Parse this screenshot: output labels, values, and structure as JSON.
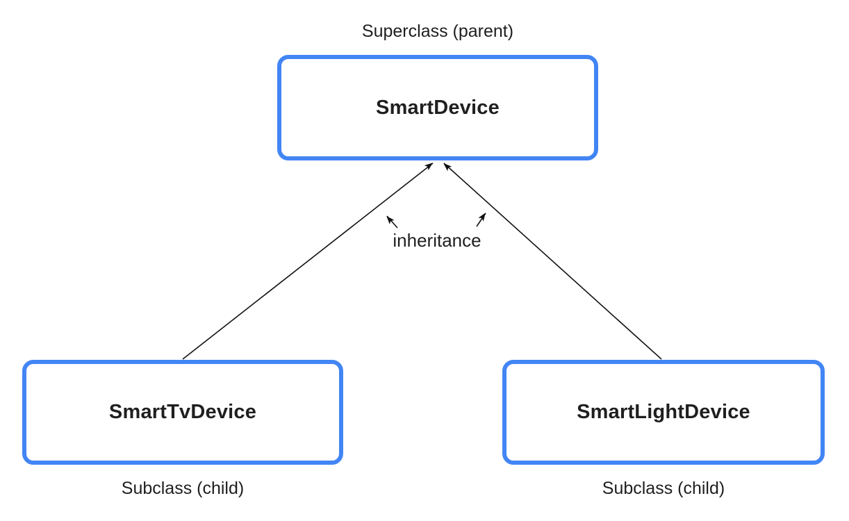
{
  "colors": {
    "accent": "#4285F4",
    "line": "#111111",
    "text": "#1f1f1f",
    "bg": "#ffffff"
  },
  "diagram": {
    "superclass_caption": "Superclass (parent)",
    "superclass": {
      "label": "SmartDevice"
    },
    "relationship_label": "inheritance",
    "subclasses": [
      {
        "label": "SmartTvDevice",
        "caption": "Subclass (child)"
      },
      {
        "label": "SmartLightDevice",
        "caption": "Subclass (child)"
      }
    ]
  }
}
